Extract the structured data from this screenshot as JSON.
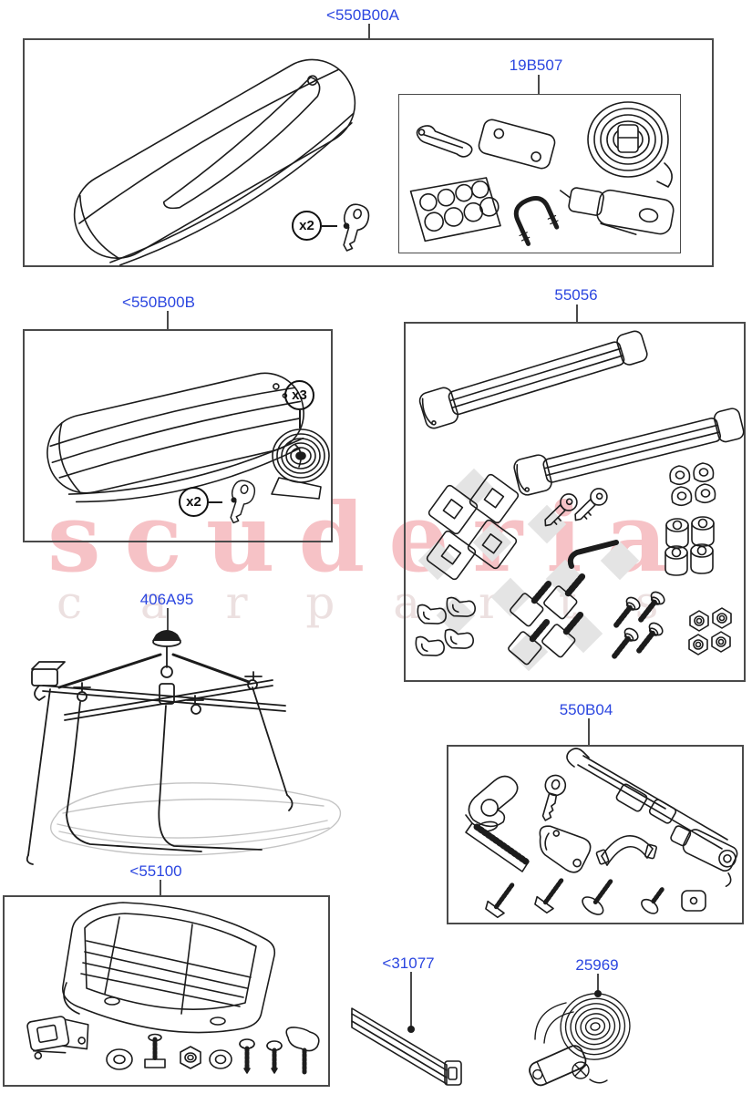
{
  "page": {
    "label_color": "#2b46e0",
    "line_color": "#1c1c1c",
    "box_border_color": "#4a4a4a",
    "watermark_pink": "#f6c2c6",
    "watermark_gray": "#ece0e0"
  },
  "watermark": {
    "title": "scuderia",
    "subtitle": "c a r p a r t s"
  },
  "sections": {
    "roof_box_kit_a": {
      "label": "<550B00A",
      "key_quantity": "x2",
      "fitting_kit": {
        "label": "19B507"
      }
    },
    "roof_box_kit_b": {
      "label": "<550B00B",
      "tape_quantity": "x3",
      "key_quantity": "x2"
    },
    "ski_carrier_kit": {
      "label": "55056"
    },
    "storage_hoist": {
      "label": "406A95"
    },
    "strap_kit": {
      "label": "550B04"
    },
    "luggage_carrier_kit": {
      "label": "<55100"
    },
    "rail": {
      "label": "<31077"
    },
    "ratchet_strap": {
      "label": "25969"
    }
  }
}
